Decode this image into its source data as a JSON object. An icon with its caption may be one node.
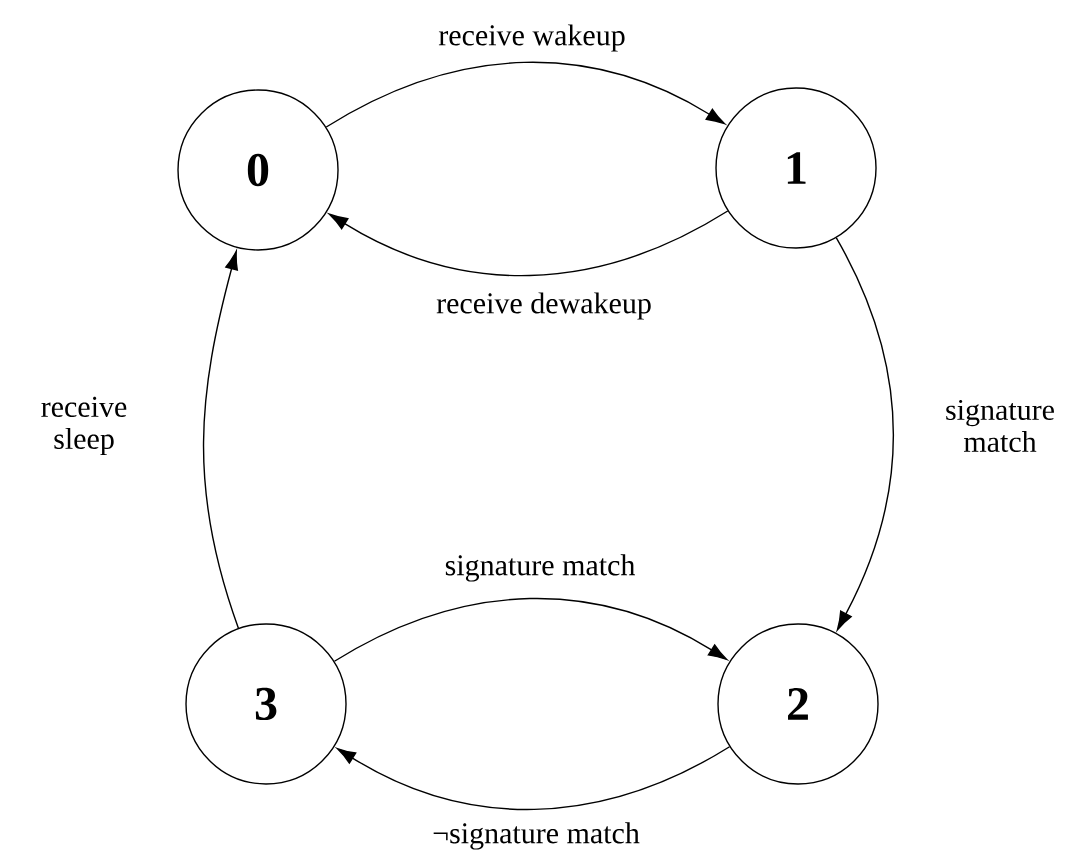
{
  "diagram": {
    "nodes": [
      {
        "text": [
          "0"
        ]
      },
      {
        "text": [
          "1"
        ]
      },
      {
        "text": [
          "2"
        ]
      },
      {
        "text": [
          "3"
        ]
      }
    ],
    "edges": [
      {
        "from": 0,
        "to": 1,
        "arrow": "to",
        "label": "receive wakeup"
      },
      {
        "from": 1,
        "to": 0,
        "arrow": "to",
        "label": "receive dewakeup"
      },
      {
        "from": 1,
        "to": 2,
        "arrow": "to",
        "label": "signature match"
      },
      {
        "from": 3,
        "to": 2,
        "arrow": "to",
        "label": "signature match"
      },
      {
        "from": 2,
        "to": 3,
        "arrow": "to",
        "label": "¬signature match"
      },
      {
        "from": 3,
        "to": 0,
        "arrow": "to",
        "label": "receive sleep"
      }
    ]
  }
}
